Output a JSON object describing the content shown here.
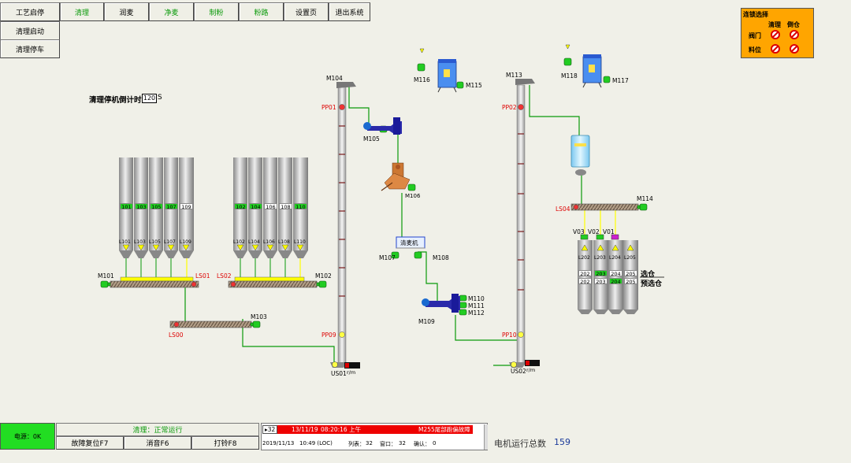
{
  "menu": {
    "buttons": [
      {
        "label": "工艺启停",
        "green": false
      },
      {
        "label": "清理",
        "green": true
      },
      {
        "label": "润麦",
        "green": false
      },
      {
        "label": "净麦",
        "green": true
      },
      {
        "label": "制粉",
        "green": true
      },
      {
        "label": "粉路",
        "green": true
      },
      {
        "label": "设置页",
        "green": false
      },
      {
        "label": "退出系统",
        "green": false
      }
    ],
    "start": "清理启动",
    "stop": "清理停车"
  },
  "timer": {
    "label": "清理停机倒计时",
    "value": "120",
    "unit": "S"
  },
  "interlock": {
    "title": "连锁选择",
    "col1": "清理",
    "col2": "倒仓",
    "row1": "阀门",
    "row2": "料位"
  },
  "left_silos": {
    "tops": [
      "101",
      "103",
      "105",
      "107",
      "109"
    ],
    "top_colors": [
      "#22cc22",
      "#22cc22",
      "#22cc22",
      "#22cc22",
      "#ffffff"
    ],
    "levels": [
      "L101",
      "L103",
      "L105",
      "L107",
      "L109"
    ]
  },
  "right_silos": {
    "tops": [
      "102",
      "104",
      "106",
      "108",
      "110"
    ],
    "top_colors": [
      "#22cc22",
      "#22cc22",
      "#ffffff",
      "#ffffff",
      "#22cc22"
    ],
    "levels": [
      "L102",
      "L104",
      "L106",
      "L108",
      "L110"
    ]
  },
  "motors": {
    "m101": "M101",
    "m102": "M102",
    "m103": "M103",
    "m104": "M104",
    "m105": "M105",
    "m106": "M106",
    "m107": "M107",
    "m108": "M108",
    "m109": "M109",
    "m110": "M110",
    "m111": "M111",
    "m112": "M112",
    "m113": "M113",
    "m114": "M114",
    "m115": "M115",
    "m116": "M116",
    "m117": "M117",
    "m118": "M118"
  },
  "sensors": {
    "ls01": "LS01",
    "ls02": "LS02",
    "ls00": "LS00",
    "ls04": "LS04",
    "pp01": "PP01",
    "pp02": "PP02",
    "pp09": "PP09",
    "pp10": "PP10",
    "us01": "US01",
    "us02": "US02",
    "unit": "r/m"
  },
  "machine": {
    "label": "清麦机"
  },
  "valves": {
    "v01": "V01",
    "v02": "V02",
    "v03": "V03"
  },
  "bins": {
    "levels": [
      "L202",
      "L203",
      "L204",
      "L205"
    ],
    "row1": [
      "202",
      "203",
      "204",
      "205"
    ],
    "row1_colors": [
      "#ffffff",
      "#22cc22",
      "#ffffff",
      "#ffffff"
    ],
    "row2": [
      "202",
      "203",
      "204",
      "205"
    ],
    "row2_colors": [
      "#ffffff",
      "#ffffff",
      "#22cc22",
      "#ffffff"
    ],
    "select": "选仓",
    "preselect": "预选仓"
  },
  "status": {
    "power": "电源：0K",
    "clean_status": "清理：正常运行",
    "reset": "故障复位F7",
    "silence": "消音F6",
    "ring": "打铃F8",
    "alarm_count": "32",
    "alarm_date": "13/11/19",
    "alarm_time": "08:20:16 上午",
    "alarm_msg": "M255尾部跑偏故障",
    "date": "2019/11/13",
    "time": "10:49 (LOC)",
    "list_label": "列表：",
    "list_val": "32",
    "window_label": "窗口：",
    "window_val": "32",
    "confirm_label": "确认：",
    "confirm_val": "0",
    "motor_total_label": "电机运行总数",
    "motor_total": "159"
  },
  "colors": {
    "green": "#22cc22",
    "red": "#e00000",
    "pipe": "#0a9a0a",
    "yellow": "#ffff00"
  }
}
